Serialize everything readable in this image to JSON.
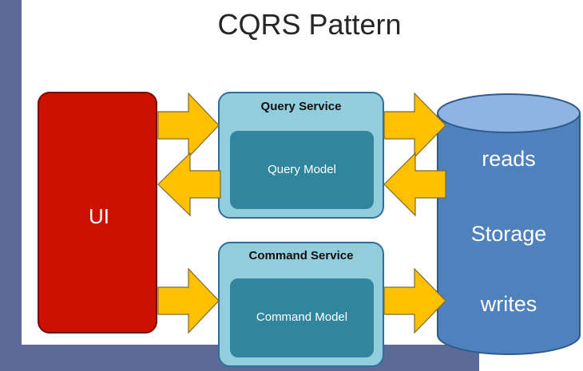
{
  "title": "CQRS Pattern",
  "ui": {
    "label": "UI"
  },
  "query_service": {
    "label": "Query Service",
    "model_label": "Query Model"
  },
  "command_service": {
    "label": "Command Service",
    "model_label": "Command Model"
  },
  "storage": {
    "reads_label": "reads",
    "label": "Storage",
    "writes_label": "writes"
  },
  "colors": {
    "sidebar": "#5b6a96",
    "ui_box": "#cc1100",
    "service_box": "#92cddc",
    "model_box": "#31859c",
    "storage": "#4f81bd",
    "arrow": "#ffc000"
  }
}
